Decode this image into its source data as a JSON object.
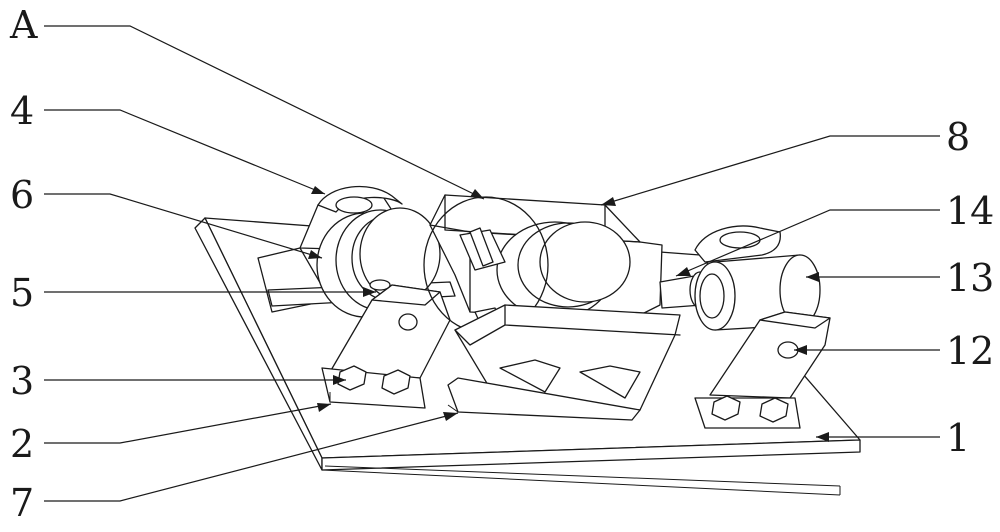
{
  "figure": {
    "labels": [
      {
        "id": "A",
        "text": "A"
      },
      {
        "id": "4",
        "text": "4"
      },
      {
        "id": "6",
        "text": "6"
      },
      {
        "id": "5",
        "text": "5"
      },
      {
        "id": "3",
        "text": "3"
      },
      {
        "id": "2",
        "text": "2"
      },
      {
        "id": "7",
        "text": "7"
      },
      {
        "id": "8",
        "text": "8"
      },
      {
        "id": "14",
        "text": "14"
      },
      {
        "id": "13",
        "text": "13"
      },
      {
        "id": "12",
        "text": "12"
      },
      {
        "id": "1",
        "text": "1"
      }
    ]
  }
}
